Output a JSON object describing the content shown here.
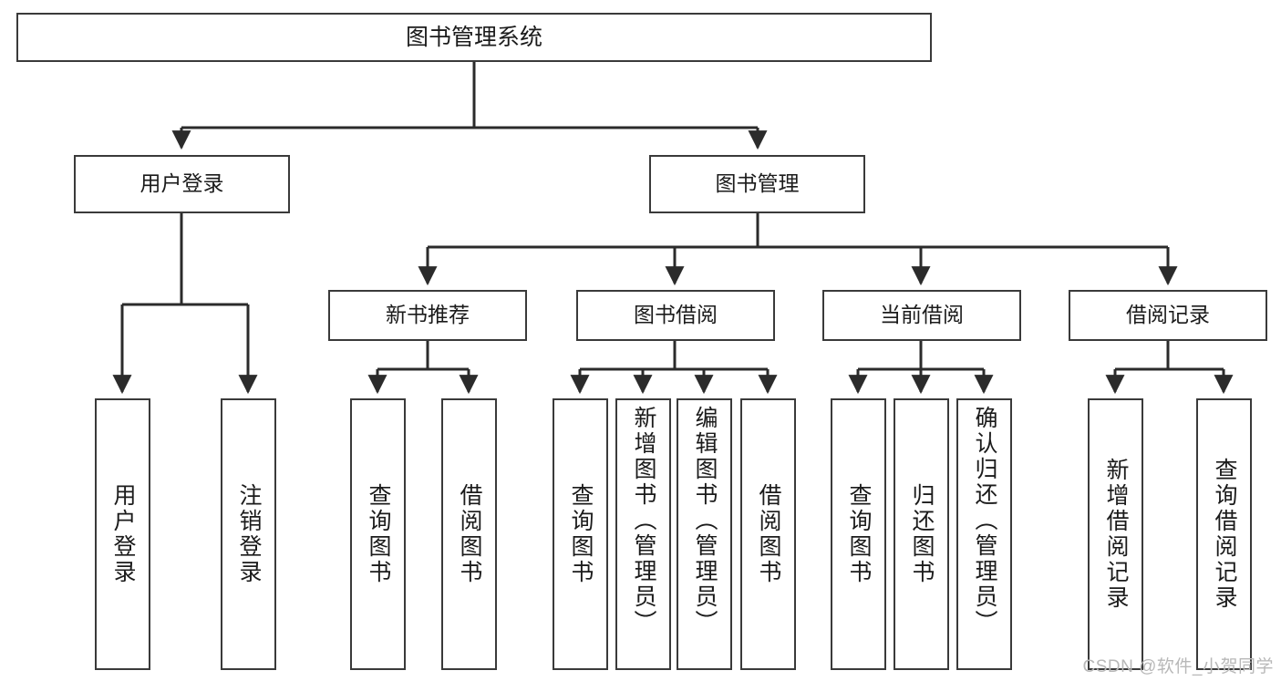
{
  "diagram": {
    "title": "图书管理系统",
    "type": "tree-hierarchy-chart",
    "root": {
      "label": "图书管理系统"
    },
    "level2": [
      {
        "label": "用户登录"
      },
      {
        "label": "图书管理"
      }
    ],
    "level3": [
      {
        "label": "新书推荐"
      },
      {
        "label": "图书借阅"
      },
      {
        "label": "当前借阅"
      },
      {
        "label": "借阅记录"
      }
    ],
    "leaves": {
      "user_login": [
        {
          "label": "用户登录"
        },
        {
          "label": "注销登录"
        }
      ],
      "new_book_recommend": [
        {
          "label": "查询图书"
        },
        {
          "label": "借阅图书"
        }
      ],
      "book_borrow": [
        {
          "label": "查询图书"
        },
        {
          "label": "新增图书（管理员）"
        },
        {
          "label": "编辑图书（管理员）"
        },
        {
          "label": "借阅图书"
        }
      ],
      "current_borrow": [
        {
          "label": "查询图书"
        },
        {
          "label": "归还图书"
        },
        {
          "label": "确认归还（管理员）"
        }
      ],
      "borrow_record": [
        {
          "label": "新增借阅记录"
        },
        {
          "label": "查询借阅记录"
        }
      ]
    }
  },
  "watermark": {
    "text": "CSDN @软件_小贺同学"
  },
  "colors": {
    "box_border": "#3a3a3a",
    "box_fill": "#ffffff",
    "line": "#2b2b2b",
    "text": "#1b1b1b",
    "watermark": "#b8b8b8",
    "background": "#ffffff"
  }
}
